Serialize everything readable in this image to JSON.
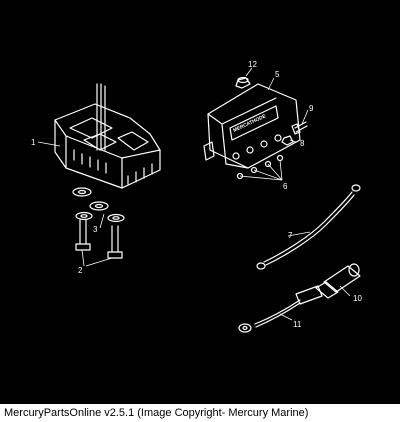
{
  "diagram": {
    "callouts": [
      "1",
      "2",
      "3",
      "5",
      "6",
      "7",
      "8",
      "9",
      "10",
      "11",
      "12"
    ],
    "brand_text": "MERCATHODE"
  },
  "footer": {
    "caption": "MercuryPartsOnline v2.5.1 (Image Copyright- Mercury Marine)"
  },
  "colors": {
    "background": "#000000",
    "line_art": "#ffffff",
    "footer_bg": "#ffffff",
    "footer_text": "#000000"
  }
}
